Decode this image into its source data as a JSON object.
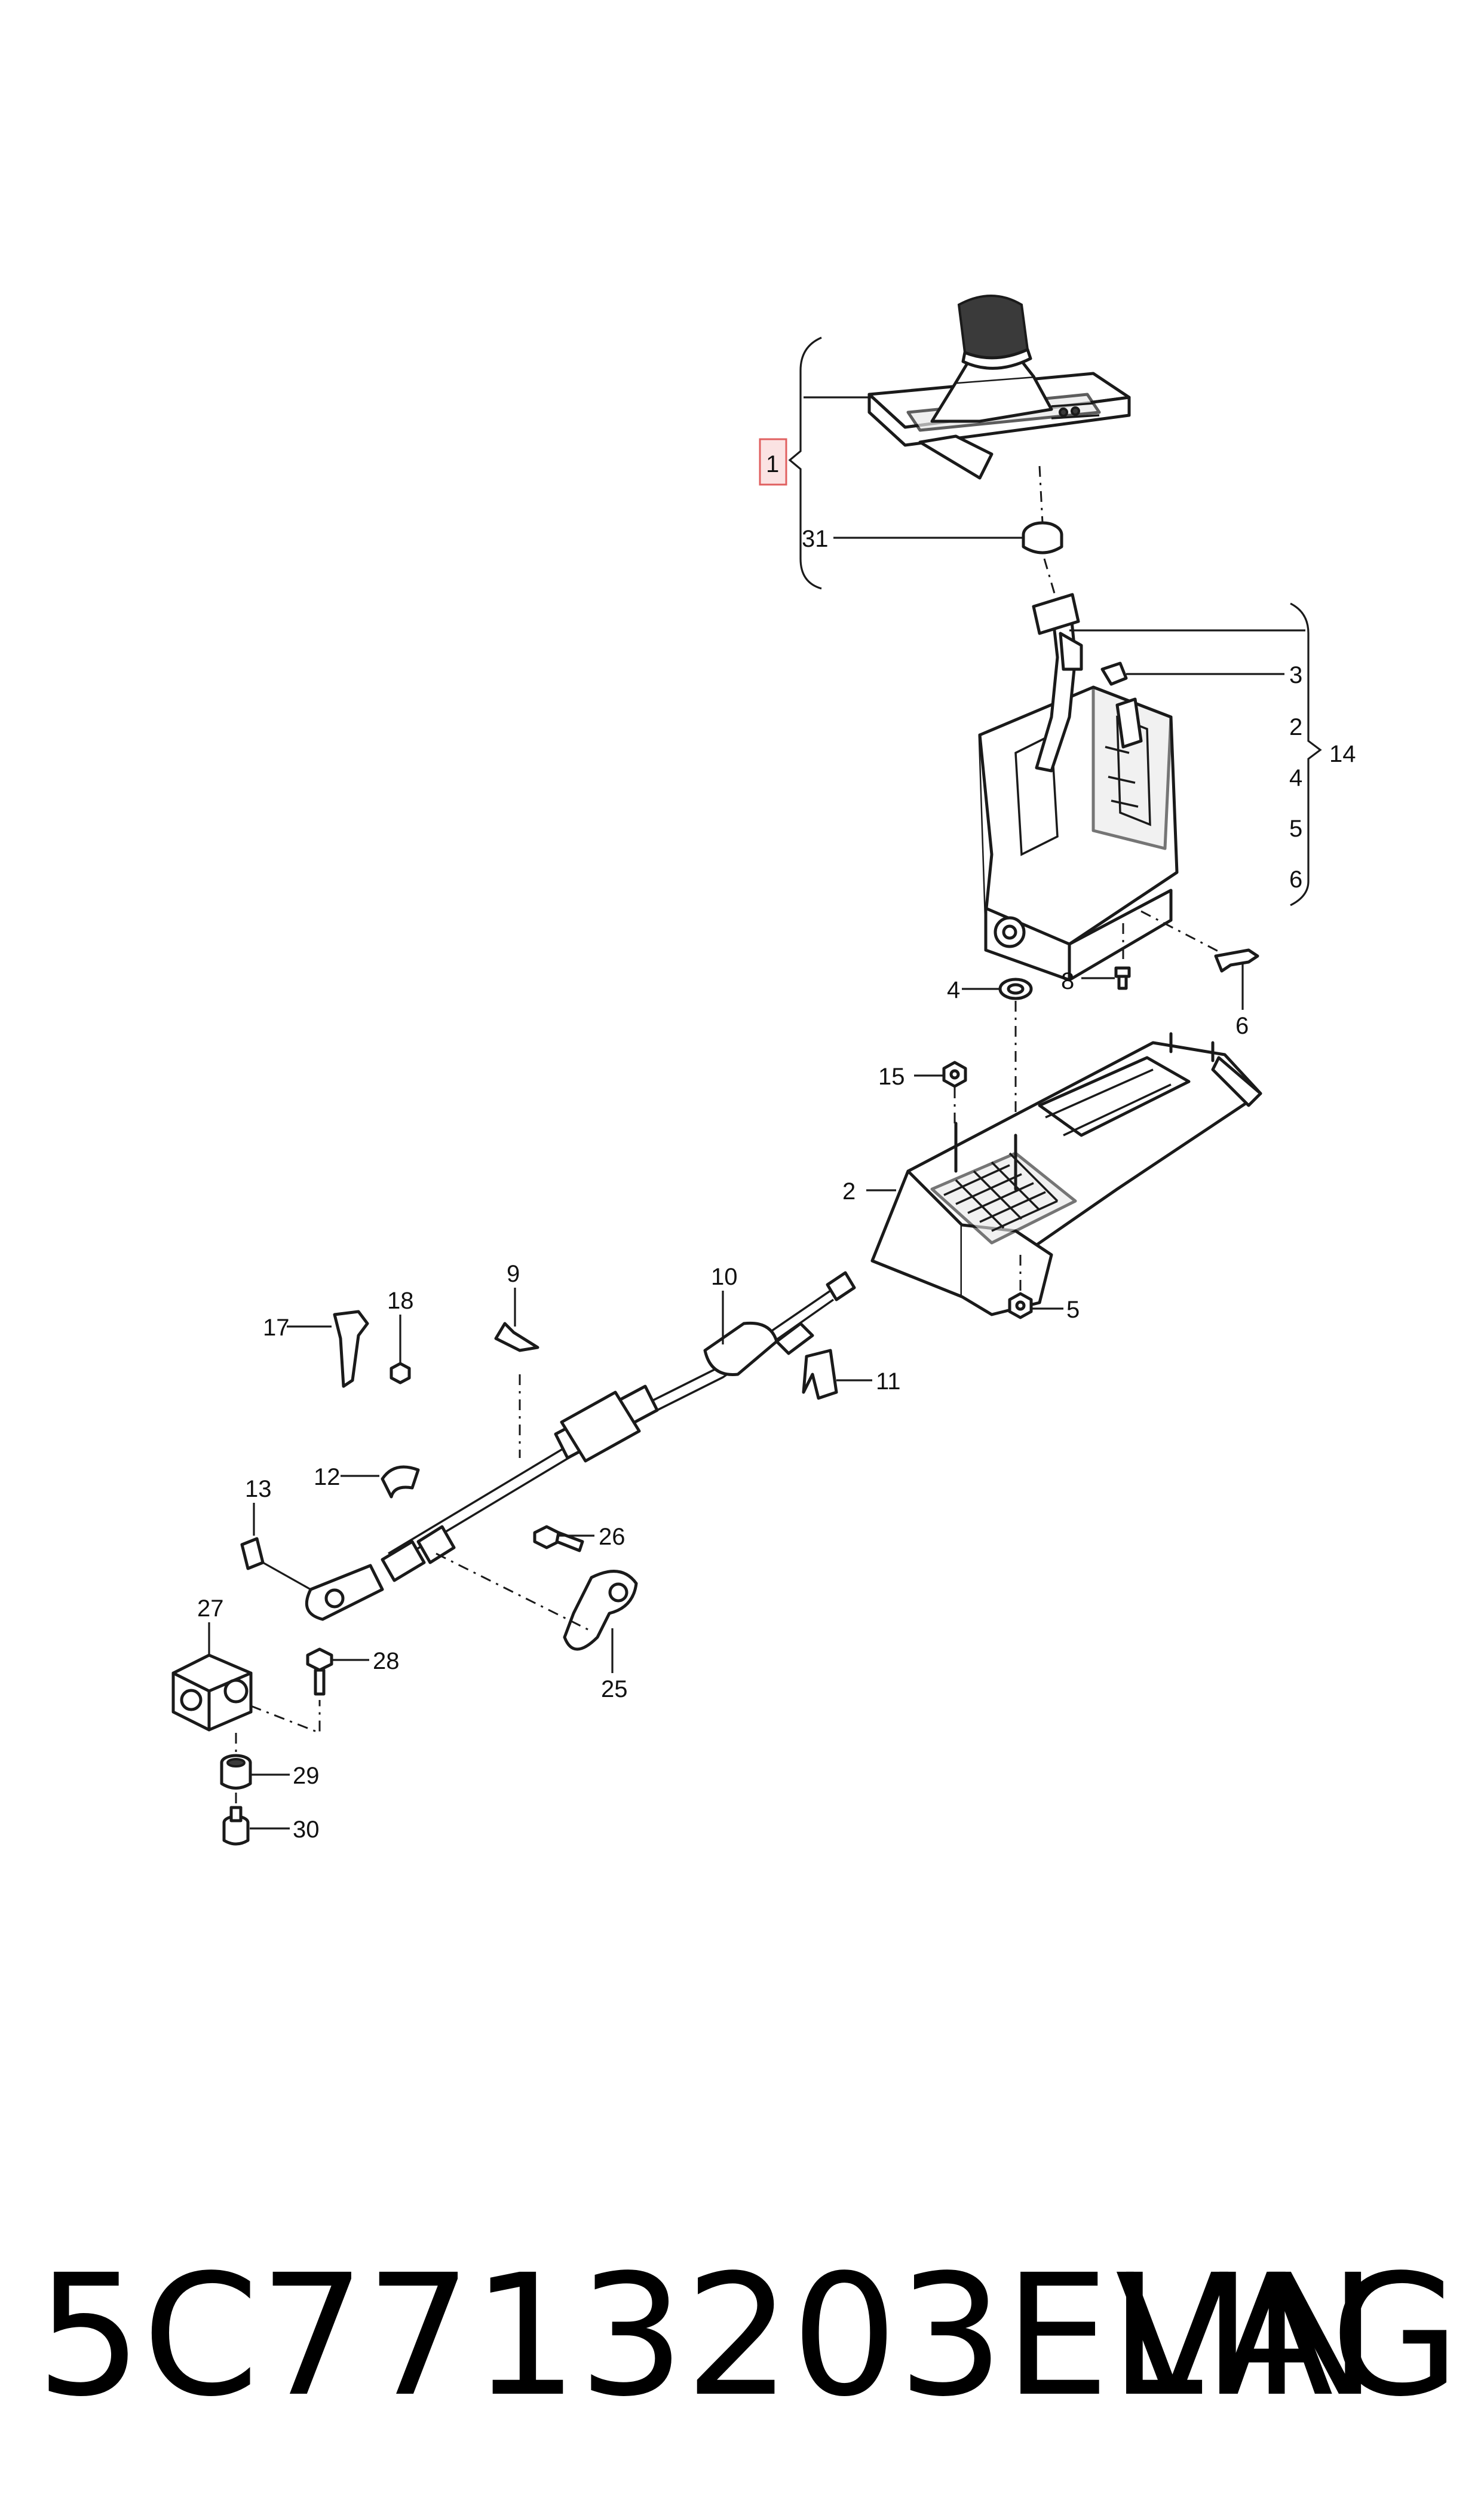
{
  "callouts": {
    "c1": "1",
    "c31": "31",
    "c3": "3",
    "c2a": "2",
    "c14": "14",
    "c4a": "4",
    "c5a": "5",
    "c6a": "6",
    "c4b": "4",
    "c8": "8",
    "c6b": "6",
    "c15": "15",
    "c2b": "2",
    "c5b": "5",
    "c9": "9",
    "c10": "10",
    "c11": "11",
    "c17": "17",
    "c18": "18",
    "c12": "12",
    "c13": "13",
    "c26": "26",
    "c27": "27",
    "c28": "28",
    "c25": "25",
    "c29": "29",
    "c30": "30"
  },
  "footer": {
    "part_number": "5C7713203ELIN",
    "brand": "VAG"
  },
  "colors": {
    "line": "#1a1a1a",
    "highlight": "#e06060"
  }
}
